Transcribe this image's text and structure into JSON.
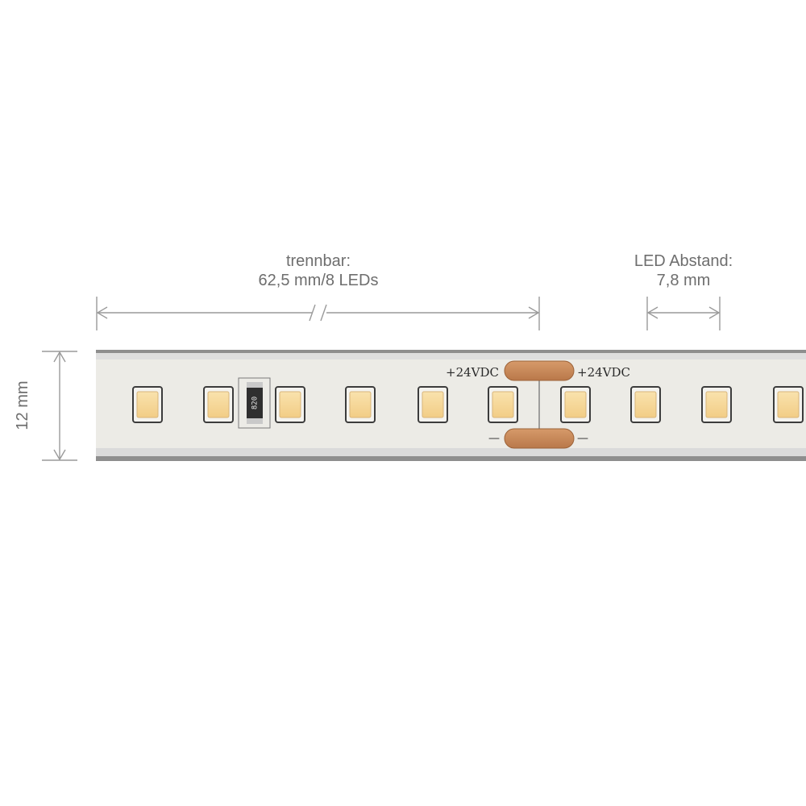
{
  "dimensions": {
    "cut_length": {
      "line1": "trennbar:",
      "line2": "62,5 mm/8 LEDs"
    },
    "led_spacing": {
      "line1": "LED Abstand:",
      "line2": "7,8 mm"
    },
    "width": {
      "label": "12 mm"
    }
  },
  "strip": {
    "pad_label_left": "+24VDC",
    "pad_label_right": "+24VDC",
    "minus_left": "—",
    "minus_right": "—",
    "resistor_code": "820",
    "led_count_visible": 10
  },
  "colors": {
    "led_yellow": "#f6d79a",
    "pcb": "#ecebe6",
    "copper": "#c98a5a",
    "dimension": "#9a9a9a"
  }
}
